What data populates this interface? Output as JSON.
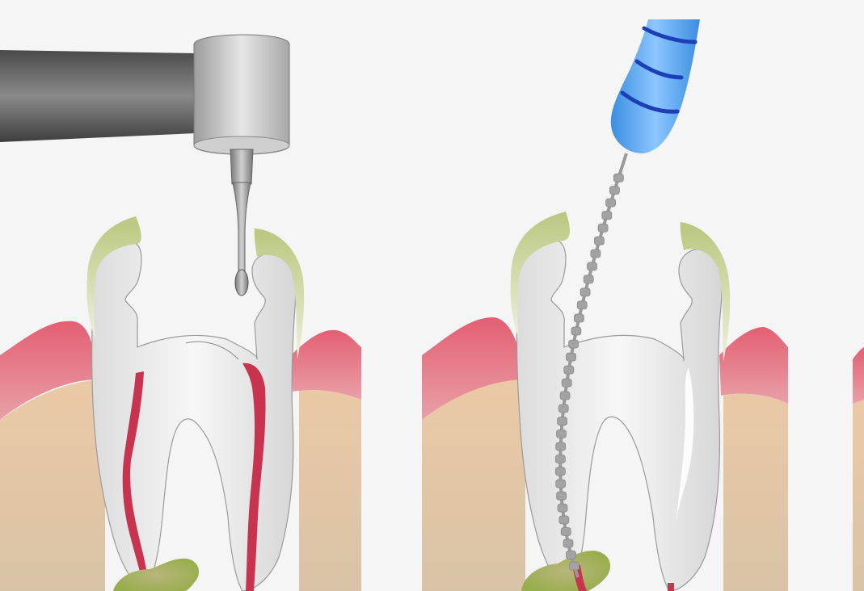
{
  "illustration": {
    "panels": [
      {
        "id": "drilling",
        "tool": "dental-drill",
        "stage": "access-opening"
      },
      {
        "id": "filing",
        "tool": "endodontic-file",
        "stage": "canal-cleaning"
      }
    ],
    "colors": {
      "background": "#f5f5f5",
      "gum": "#e06a78",
      "bone": "#e6c8a5",
      "tooth": "#f0f0f0",
      "enamel_cap": "#c3cf93",
      "pulp": "#c8334f",
      "abscess": "#9fb04c",
      "file_handle": "#4a9ee8",
      "file_rings": "#1c3fb8",
      "drill_body": "#6e6e6e"
    }
  }
}
